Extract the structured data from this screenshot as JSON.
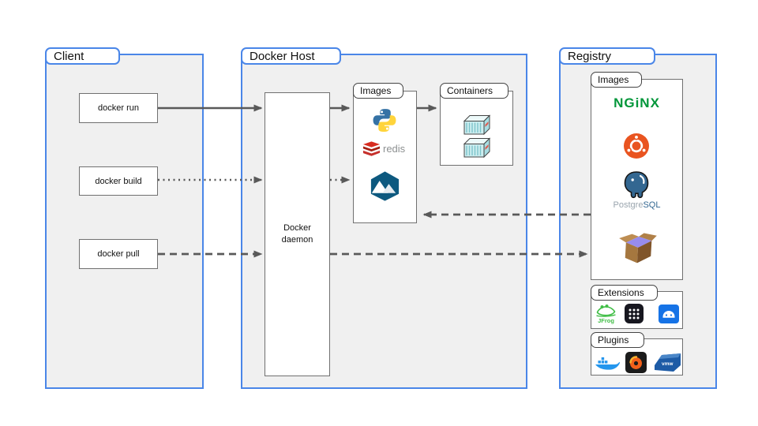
{
  "colors": {
    "section_border": "#4a86e8",
    "section_fill": "#f0f0f0",
    "panel_border": "#707070",
    "arrow": "#595959",
    "nginx_green": "#009639",
    "ubuntu_orange": "#e95420",
    "postgres_blue": "#336791",
    "redis_red": "#d82c20",
    "alpine_blue": "#0d597f",
    "docker_blue": "#2496ed",
    "jfrog_green": "#40be46"
  },
  "client": {
    "title": "Client",
    "commands": [
      {
        "label": "docker run",
        "arrow_style": "solid"
      },
      {
        "label": "docker build",
        "arrow_style": "dotted"
      },
      {
        "label": "docker pull",
        "arrow_style": "dashed"
      }
    ]
  },
  "docker_host": {
    "title": "Docker Host",
    "daemon_label": "Docker daemon",
    "images_panel": {
      "title": "Images",
      "icons": [
        "python-icon",
        "redis-icon",
        "alpine-icon"
      ],
      "redis_label": "redis"
    },
    "containers_panel": {
      "title": "Containers",
      "icons": [
        "container-icon",
        "container-icon"
      ]
    }
  },
  "registry": {
    "title": "Registry",
    "images_panel": {
      "title": "Images",
      "icons": [
        "nginx-wordmark",
        "ubuntu-icon",
        "postgresql-icon",
        "open-box-icon"
      ],
      "nginx_label": "NGiNX",
      "postgresql_label_gray": "Postgre",
      "postgresql_label_blue": "SQL"
    },
    "extensions_panel": {
      "title": "Extensions",
      "icons": [
        "jfrog-icon",
        "app-grid-icon",
        "robot-app-icon"
      ],
      "jfrog_label": "JFrog"
    },
    "plugins_panel": {
      "title": "Plugins",
      "icons": [
        "docker-whale-icon",
        "grafana-icon",
        "vmware-icon"
      ],
      "vmware_label": "vmw"
    }
  },
  "arrows": [
    {
      "from": "docker-run",
      "to": "docker-daemon",
      "style": "solid"
    },
    {
      "from": "docker-build",
      "to": "docker-daemon",
      "style": "dotted"
    },
    {
      "from": "docker-pull",
      "to": "docker-daemon",
      "style": "dashed"
    },
    {
      "from": "docker-daemon",
      "to": "host-images",
      "style": "solid"
    },
    {
      "from": "docker-daemon",
      "to": "host-images",
      "style": "dotted"
    },
    {
      "from": "host-images",
      "to": "containers",
      "style": "solid"
    },
    {
      "from": "registry-images",
      "to": "host-images",
      "style": "dashed"
    },
    {
      "from": "docker-daemon",
      "to": "registry-images",
      "style": "dashed"
    }
  ]
}
